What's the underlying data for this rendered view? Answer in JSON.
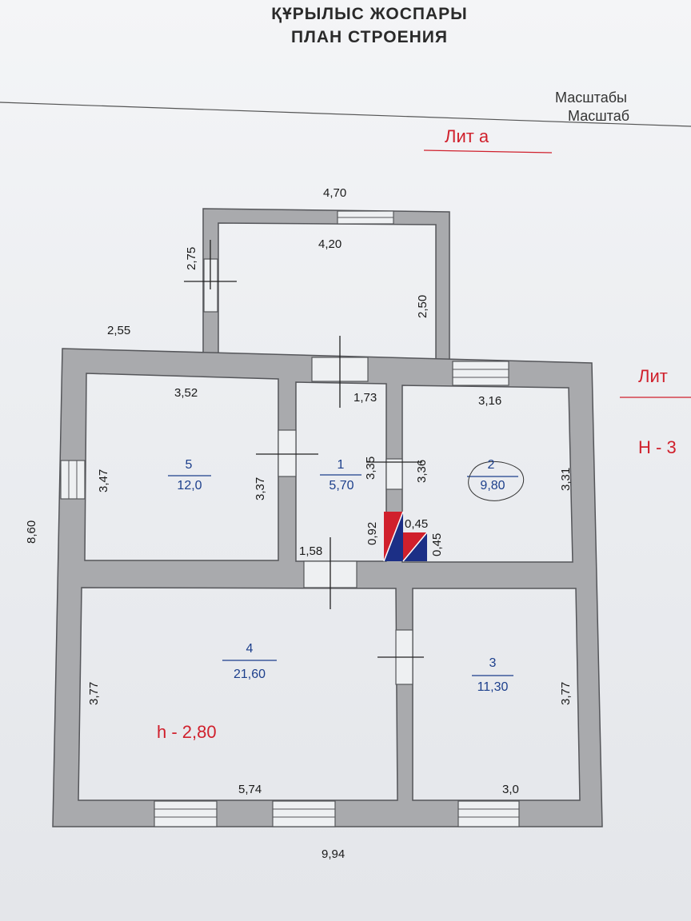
{
  "header": {
    "title_kz": "ҚҰРЫЛЫС ЖОСПАРЫ",
    "title_ru": "ПЛАН СТРОЕНИЯ",
    "scale_kz": "Масштабы",
    "scale_ru": "Масштаб"
  },
  "annotations": {
    "lit_a": "Лит а",
    "lit_right": "Лит ",
    "h_right": "Н - 3",
    "h_height": "h - 2,80"
  },
  "dimensions": {
    "top_outer": "4,70",
    "top_inner": "4,20",
    "annex_left": "2,75",
    "annex_right": "2,50",
    "left_offset": "2,55",
    "overall_height": "8,60",
    "overall_width": "9,94",
    "r5_width": "3,52",
    "r5_left": "3,47",
    "r5_right": "3,37",
    "r1_top": "1,73",
    "r1_right": "3,35",
    "r1_bottom": "1,58",
    "r2_left": "3,36",
    "r2_top": "3,16",
    "r2_right": "3,31",
    "stove_h": "0,92",
    "stove_w": "0,45",
    "stove_d": "0,45",
    "r4_left": "3,77",
    "r4_bottom": "5,74",
    "r3_right": "3,77",
    "r3_bottom": "3,0"
  },
  "rooms": [
    {
      "number": "5",
      "area": "12,0"
    },
    {
      "number": "1",
      "area": "5,70"
    },
    {
      "number": "2",
      "area": "9,80"
    },
    {
      "number": "4",
      "area": "21,60"
    },
    {
      "number": "3",
      "area": "11,30"
    }
  ],
  "colors": {
    "wall": "#a9aaad",
    "wall_edge": "#55565a",
    "red": "#d0202c",
    "blue": "#1c2f86",
    "label_blue": "#1c3f8c"
  }
}
